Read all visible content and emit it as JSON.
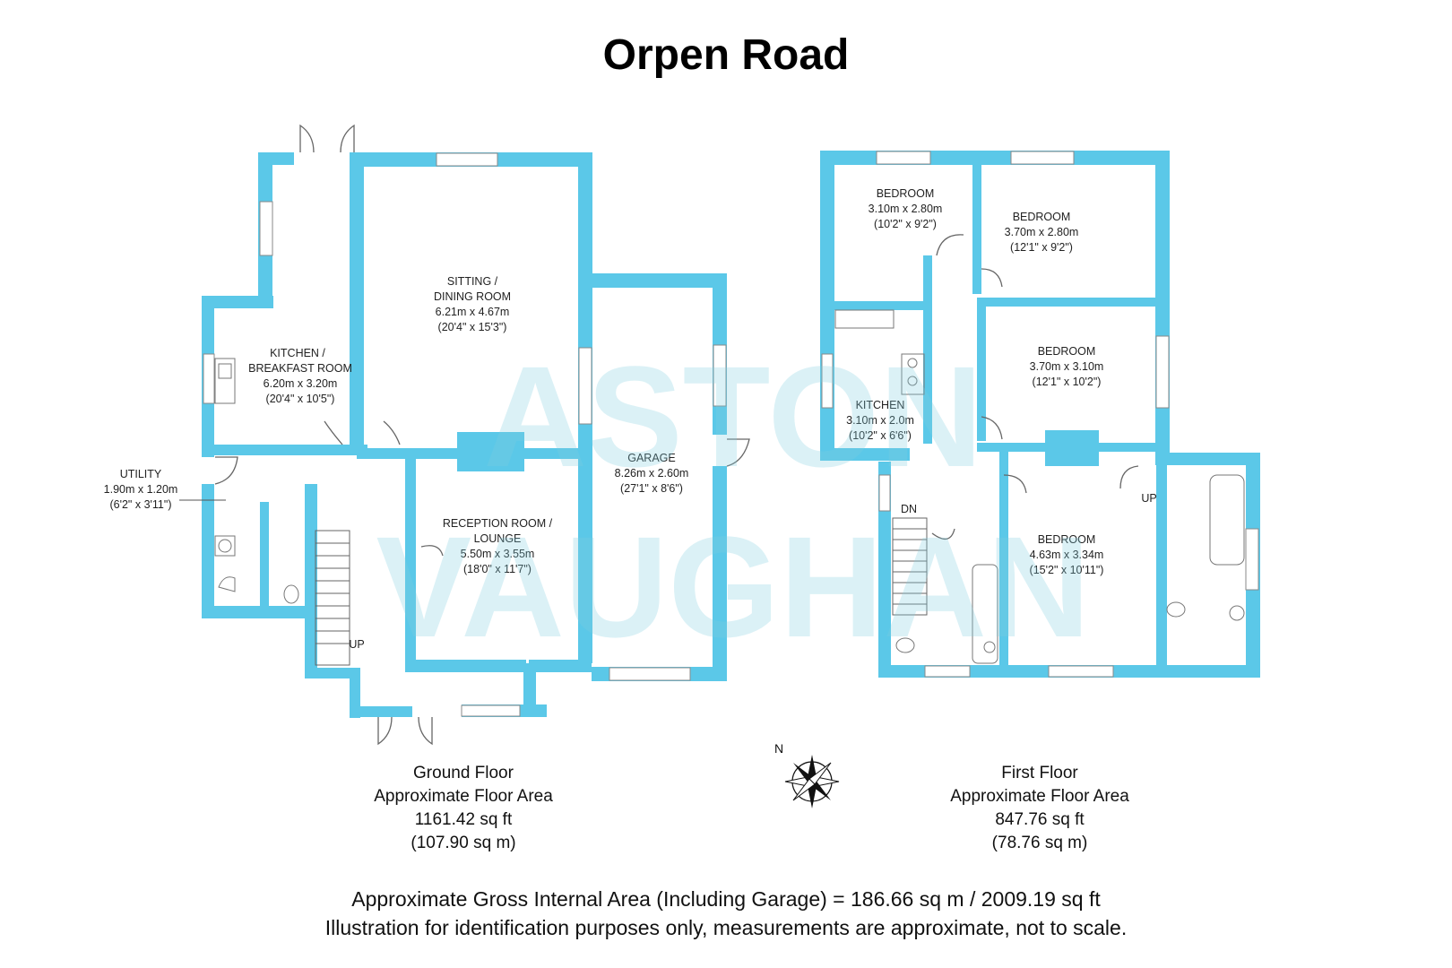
{
  "title": "Orpen Road",
  "watermark": {
    "line1": "ASTON",
    "line2": "VAUGHAN"
  },
  "colors": {
    "wall": "#5bc8e8",
    "watermark": "#7fcfe0",
    "text": "#111111"
  },
  "ground_floor": {
    "rooms": {
      "kitchen": {
        "name1": "KITCHEN /",
        "name2": "BREAKFAST ROOM",
        "metric": "6.20m x 3.20m",
        "imperial": "(20'4\" x 10'5\")"
      },
      "sitting": {
        "name1": "SITTING /",
        "name2": "DINING ROOM",
        "metric": "6.21m x 4.67m",
        "imperial": "(20'4\" x 15'3\")"
      },
      "garage": {
        "name": "GARAGE",
        "metric": "8.26m x 2.60m",
        "imperial": "(27'1\" x 8'6\")"
      },
      "utility": {
        "name": "UTILITY",
        "metric": "1.90m x 1.20m",
        "imperial": "(6'2\" x 3'11\")"
      },
      "reception": {
        "name1": "RECEPTION ROOM /",
        "name2": "LOUNGE",
        "metric": "5.50m x 3.55m",
        "imperial": "(18'0\" x 11'7\")"
      }
    },
    "stairs_label": "UP",
    "info": {
      "line1": "Ground Floor",
      "line2": "Approximate Floor Area",
      "line3": "1161.42 sq ft",
      "line4": "(107.90 sq m)"
    }
  },
  "first_floor": {
    "rooms": {
      "bedroom1": {
        "name": "BEDROOM",
        "metric": "3.10m x 2.80m",
        "imperial": "(10'2\" x 9'2\")"
      },
      "bedroom2": {
        "name": "BEDROOM",
        "metric": "3.70m x 2.80m",
        "imperial": "(12'1\" x 9'2\")"
      },
      "bedroom3": {
        "name": "BEDROOM",
        "metric": "3.70m x 3.10m",
        "imperial": "(12'1\" x 10'2\")"
      },
      "kitchen": {
        "name": "KITCHEN",
        "metric": "3.10m x 2.0m",
        "imperial": "(10'2\" x 6'6\")"
      },
      "bedroom4": {
        "name": "BEDROOM",
        "metric": "4.63m x 3.34m",
        "imperial": "(15'2\" x 10'11\")"
      }
    },
    "stairs_down_label": "DN",
    "stairs_up_label": "UP",
    "info": {
      "line1": "First Floor",
      "line2": "Approximate Floor Area",
      "line3": "847.76 sq ft",
      "line4": "(78.76 sq m)"
    }
  },
  "compass": {
    "north_label": "N"
  },
  "footer": {
    "line1": "Approximate Gross Internal Area (Including Garage) = 186.66 sq m / 2009.19 sq ft",
    "line2": "Illustration for identification purposes only, measurements are approximate, not to scale."
  }
}
